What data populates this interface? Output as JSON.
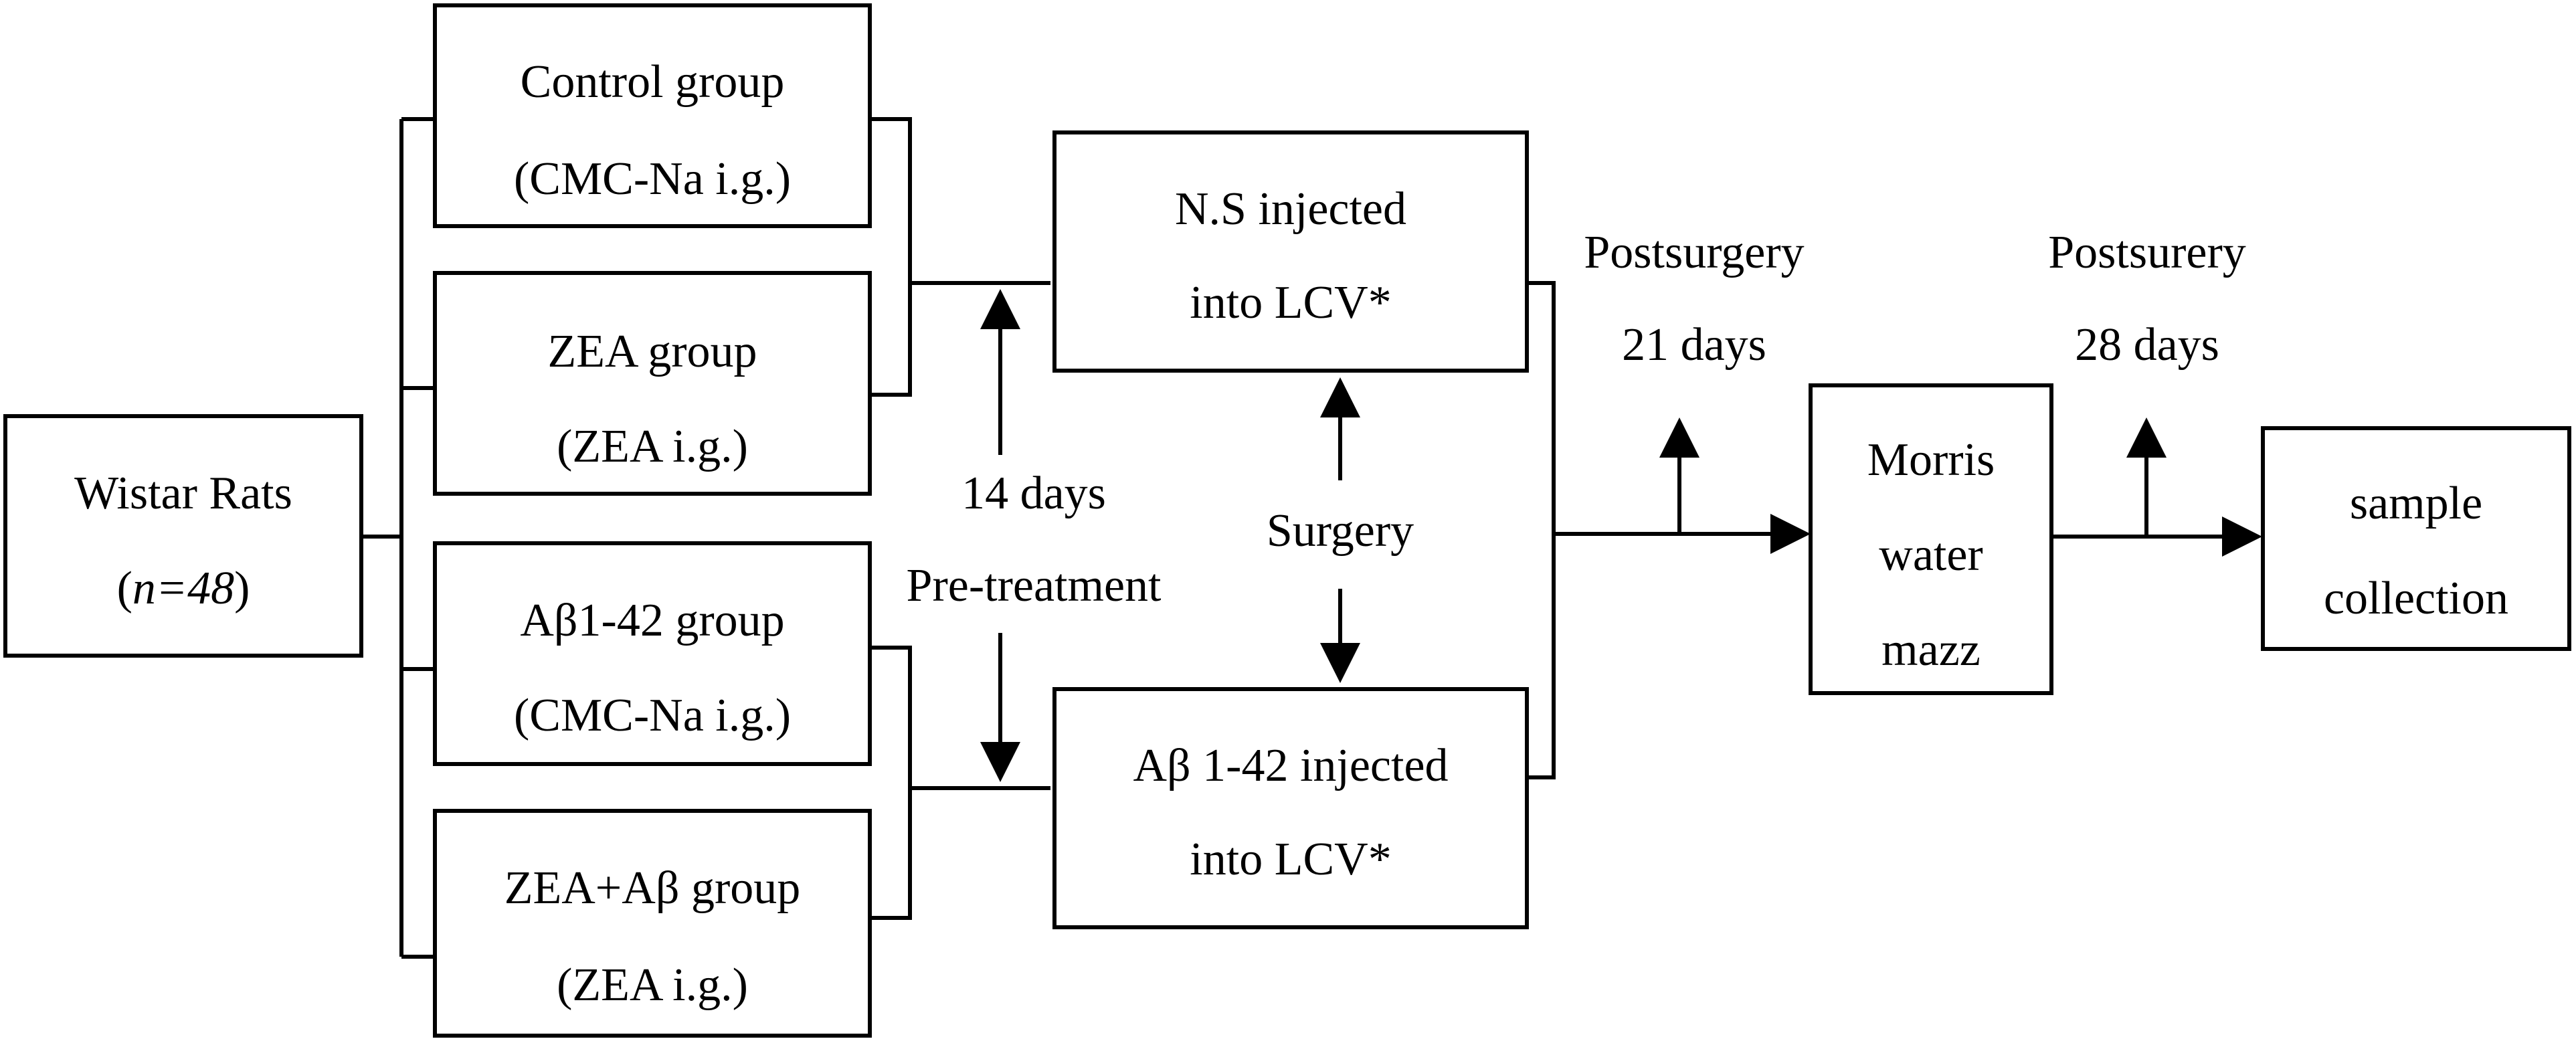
{
  "diagram": {
    "start": {
      "line1": "Wistar Rats",
      "n_italic": "n=48",
      "open_paren": "(",
      "close_paren": ")"
    },
    "groups": [
      {
        "name": "Control group",
        "treatment": "(CMC-Na i.g.)"
      },
      {
        "name": "ZEA group",
        "treatment": "(ZEA i.g.)"
      },
      {
        "name": "Aβ1-42 group",
        "treatment": "(CMC-Na i.g.)"
      },
      {
        "name": "ZEA+Aβ group",
        "treatment": "(ZEA i.g.)"
      }
    ],
    "injections": [
      {
        "line1": "N.S injected",
        "line2": "into LCV*"
      },
      {
        "line1": "Aβ 1-42 injected",
        "line2": "into LCV*"
      }
    ],
    "pretreatment": {
      "days": "14 days",
      "label": "Pre-treatment"
    },
    "surgery": "Surgery",
    "postsurgery": {
      "label": "Postsurgery",
      "days": "21 days"
    },
    "morris": {
      "line1": "Morris",
      "line2": "water",
      "line3": "mazz"
    },
    "postsurery": {
      "label": "Postsurery",
      "days": "28 days"
    },
    "sample": {
      "line1": "sample",
      "line2": "collection"
    }
  }
}
